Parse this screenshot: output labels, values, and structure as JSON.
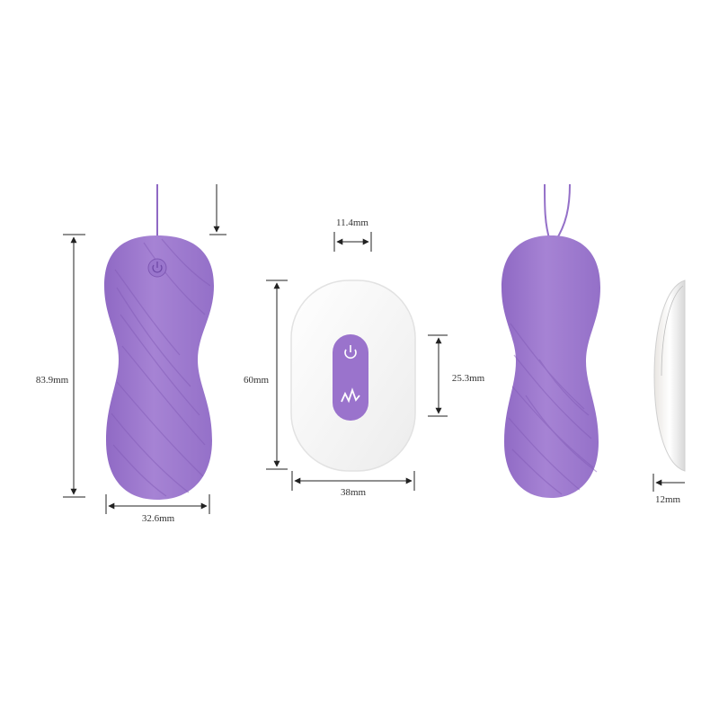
{
  "colors": {
    "purple": "#a07bd0",
    "purple_dark": "#8a63bd",
    "purple_light": "#b797dd",
    "white_body": "#fafafa",
    "line": "#222222",
    "background": "#ffffff"
  },
  "dimensions": {
    "egg_height": "83.9mm",
    "egg_width": "32.6mm",
    "remote_height": "60mm",
    "remote_width": "38mm",
    "button_width": "11.4mm",
    "button_height": "25.3mm",
    "remote_thickness": "12mm"
  },
  "icons": {
    "egg_button": "power-icon",
    "remote_power": "power-icon",
    "remote_mode": "vibration-wave-icon"
  }
}
